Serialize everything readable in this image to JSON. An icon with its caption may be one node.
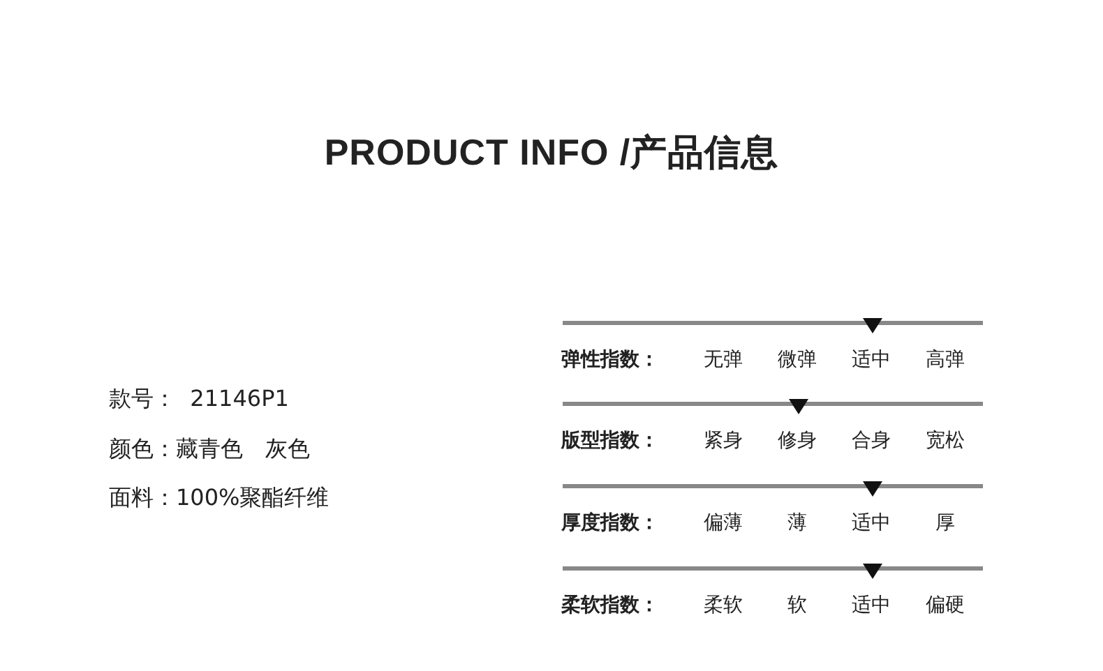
{
  "diagram": {
    "title": "PRODUCT INFO /产品信息",
    "labels": [
      "款号：  21146P1",
      "颜色：藏青色　灰色",
      "面料：100%聚酯纤维",
      "弹性指数：",
      "无弹",
      "微弹",
      "适中",
      "高弹",
      "版型指数：",
      "紧身",
      "修身",
      "合身",
      "宽松",
      "厚度指数：",
      "偏薄",
      "薄",
      "适中",
      "厚",
      "柔软指数：",
      "柔软",
      "软",
      "适中",
      "偏硬"
    ]
  }
}
